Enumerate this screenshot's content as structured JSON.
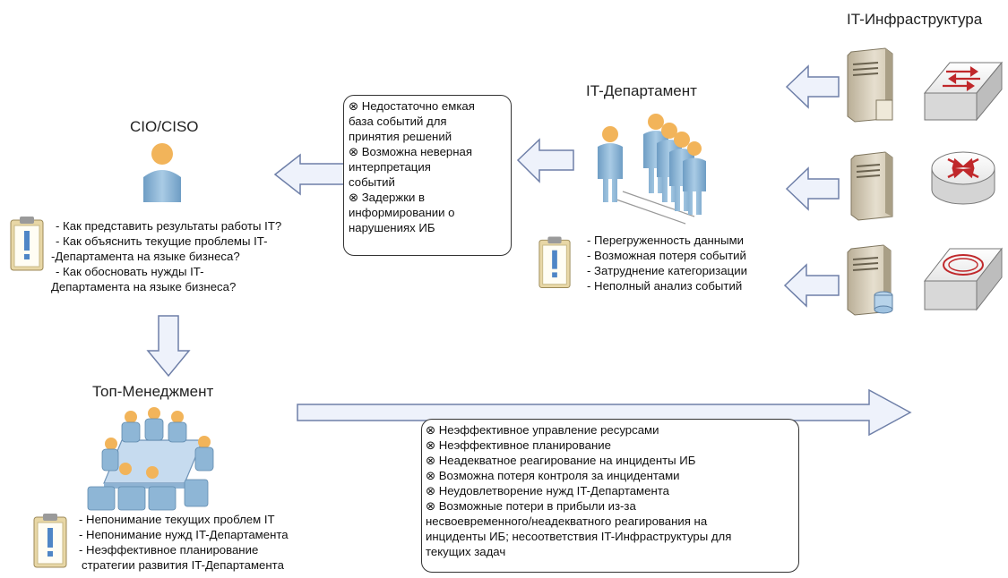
{
  "titles": {
    "it_infra": "IT-Инфраструктура",
    "it_dept": "IT-Департамент",
    "cio": "CIO/CISO",
    "top": "Топ-Менеджмент"
  },
  "dept_box": [
    "⊗ Недостаточно емкая",
    "база событий для",
    "принятия    решений",
    "⊗ Возможна неверная",
    "интерпретация",
    "событий",
    "⊗ Задержки в",
    "информировании о",
    "нарушениях ИБ"
  ],
  "dept_issues": [
    "- Перегруженность данными",
    "- Возможная потеря событий",
    "- Затруднение категоризации",
    "- Неполный анализ событий"
  ],
  "cio_questions": [
    "- Как представить результаты работы IT?",
    "- Как объяснить текущие проблемы IT-",
    "-Департамента на языке бизнеса?",
    "- Как обосновать нужды IT-",
    "Департамента на языке бизнеса?"
  ],
  "top_issues": [
    "- Непонимание текущих проблем IT",
    "- Непонимание нужд IT-Департамента",
    "- Неэффективное планирование",
    "стратегии развития IT-Департамента"
  ],
  "bottom_box": [
    "⊗ Неэффективное управление ресурсами",
    "⊗ Неэффективное планирование",
    "⊗ Неадекватное реагирование на инциденты ИБ",
    "⊗ Возможна потеря контроля за инцидентами",
    "⊗ Неудовлетворение нужд IT-Департамента",
    "⊗ Возможные потери в прибыли из-за",
    "несвоевременного/неадекватного реагирования на",
    "инциденты ИБ; несоответствия IT-Инфраструктуры для",
    "текущих задач"
  ],
  "colors": {
    "arrow_fill": "#eef2fb",
    "arrow_stroke": "#6e7fa8",
    "person": "#8eb6d6",
    "person_head": "#f2b45a",
    "server": "#d4cbb7",
    "clipboard": "#e8d7a6",
    "clipboard_mark": "#4f86c6",
    "router_red": "#c0282b"
  },
  "icons": [
    "server-icon",
    "switch-icon",
    "router-icon",
    "firewall-icon",
    "person-icon",
    "group-icon",
    "meeting-icon",
    "clipboard-icon",
    "arrow-icon"
  ]
}
